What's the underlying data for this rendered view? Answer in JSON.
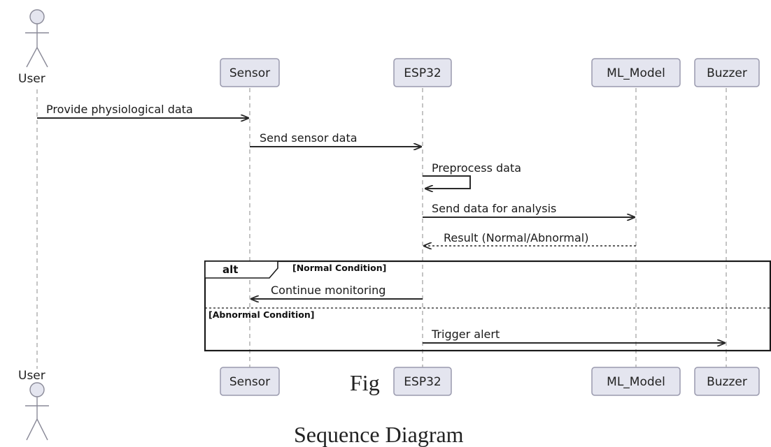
{
  "actor": {
    "name": "User",
    "icon": "stick-figure-icon"
  },
  "participants": [
    {
      "key": "sensor",
      "label": "Sensor"
    },
    {
      "key": "esp32",
      "label": "ESP32"
    },
    {
      "key": "ml_model",
      "label": "ML_Model"
    },
    {
      "key": "buzzer",
      "label": "Buzzer"
    }
  ],
  "messages": [
    {
      "from": "user",
      "to": "sensor",
      "label": "Provide physiological data",
      "style": "solid"
    },
    {
      "from": "sensor",
      "to": "esp32",
      "label": "Send sensor data",
      "style": "solid"
    },
    {
      "from": "esp32",
      "to": "esp32",
      "label": "Preprocess data",
      "style": "self"
    },
    {
      "from": "esp32",
      "to": "ml_model",
      "label": "Send data for analysis",
      "style": "solid"
    },
    {
      "from": "ml_model",
      "to": "esp32",
      "label": "Result (Normal/Abnormal)",
      "style": "dotted"
    }
  ],
  "alt_fragment": {
    "keyword": "alt",
    "sections": [
      {
        "guard": "[Normal Condition]",
        "messages": [
          {
            "from": "esp32",
            "to": "sensor",
            "label": "Continue monitoring",
            "style": "solid"
          }
        ]
      },
      {
        "guard": "[Abnormal Condition]",
        "messages": [
          {
            "from": "esp32",
            "to": "buzzer",
            "label": "Trigger alert",
            "style": "solid"
          }
        ]
      }
    ]
  },
  "caption": {
    "prefix": "Fig",
    "title": "Sequence Diagram"
  },
  "colors": {
    "participant_fill": "#e4e5ef",
    "participant_border": "#9a9aae",
    "lifeline": "#9e9e9e",
    "arrow": "#2a2a2a"
  }
}
